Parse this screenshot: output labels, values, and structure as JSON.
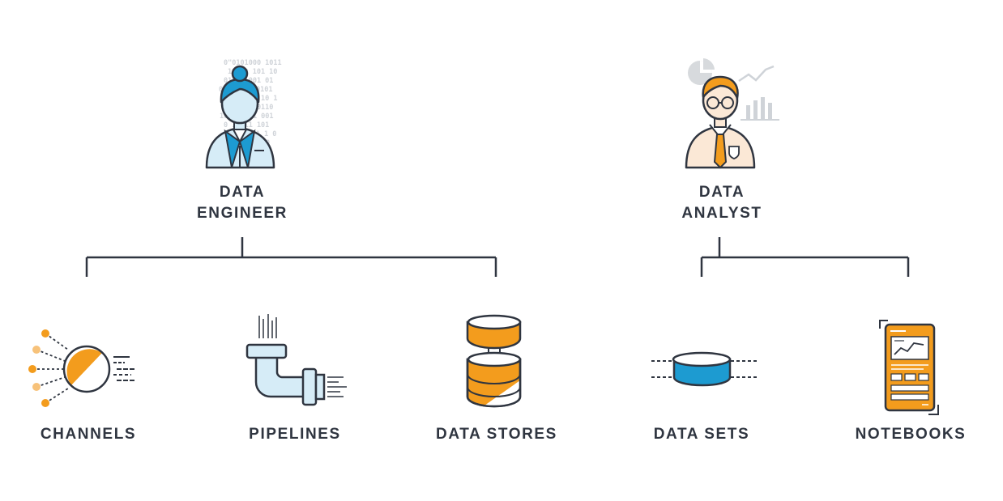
{
  "roles": {
    "engineer": {
      "line1": "DATA",
      "line2": "ENGINEER"
    },
    "analyst": {
      "line1": "DATA",
      "line2": "ANALYST"
    }
  },
  "items": {
    "channels": "CHANNELS",
    "pipelines": "PIPELINES",
    "data_stores": "DATA STORES",
    "data_sets": "DATA SETS",
    "notebooks": "NOTEBOOKS"
  },
  "colors": {
    "line": "#2f3540",
    "orange": "#f39c1d",
    "blue": "#1d9bd1",
    "light_blue": "#d6ecf7",
    "skin": "#fbe8d6",
    "text": "#2f3540"
  }
}
